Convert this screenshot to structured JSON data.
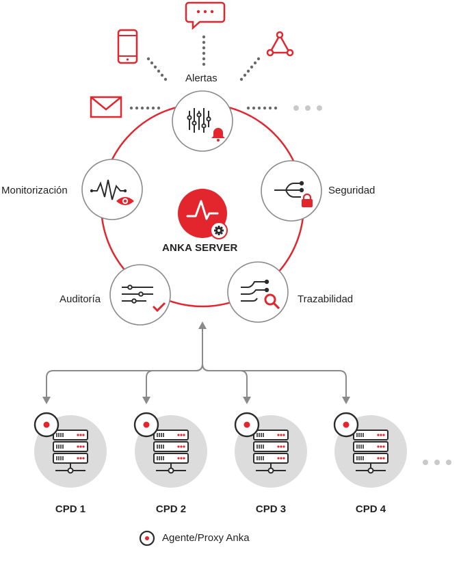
{
  "server": {
    "title": "ANKA SERVER"
  },
  "modules": {
    "alertas": "Alertas",
    "seguridad": "Seguridad",
    "trazabilidad": "Trazabilidad",
    "auditoria": "Auditoría",
    "monitorizacion": "Monitorización"
  },
  "cpds": [
    "CPD 1",
    "CPD 2",
    "CPD 3",
    "CPD 4"
  ],
  "legend": {
    "label": "Agente/Proxy Anka"
  },
  "colors": {
    "accent": "#e3252d",
    "gray": "#dcdcdc",
    "stroke": "#2b2b2b"
  }
}
